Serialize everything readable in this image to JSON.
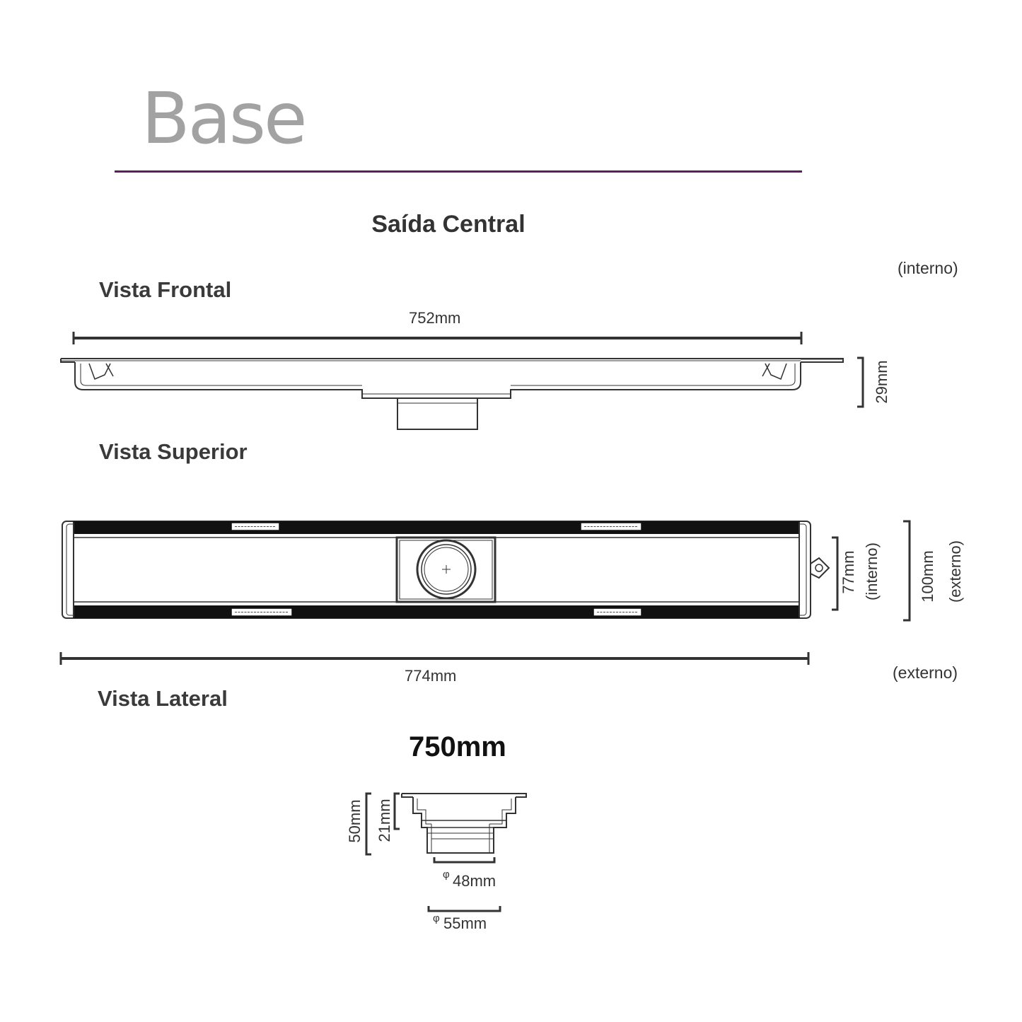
{
  "header": {
    "title": "Base",
    "subtitle": "Saída Central"
  },
  "colors": {
    "title": "#a2a2a2",
    "rule": "#5c1f5e",
    "line": "#333333",
    "fill_dark": "#111111"
  },
  "views": {
    "front": {
      "label": "Vista Frontal",
      "length_label": "752mm",
      "length_note": "(interno)",
      "height_label": "29mm"
    },
    "top": {
      "label": "Vista Superior",
      "length_label": "774mm",
      "length_note": "(externo)",
      "inner_width_label": "77mm",
      "inner_width_note": "(interno)",
      "outer_width_label": "100mm",
      "outer_width_note": "(externo)"
    },
    "side": {
      "label": "Vista Lateral",
      "model_label": "750mm",
      "total_height_label": "50mm",
      "channel_height_label": "21mm",
      "outlet_inner_label": "48mm",
      "outlet_outer_label": "55mm",
      "diameter_symbol": "φ"
    }
  }
}
